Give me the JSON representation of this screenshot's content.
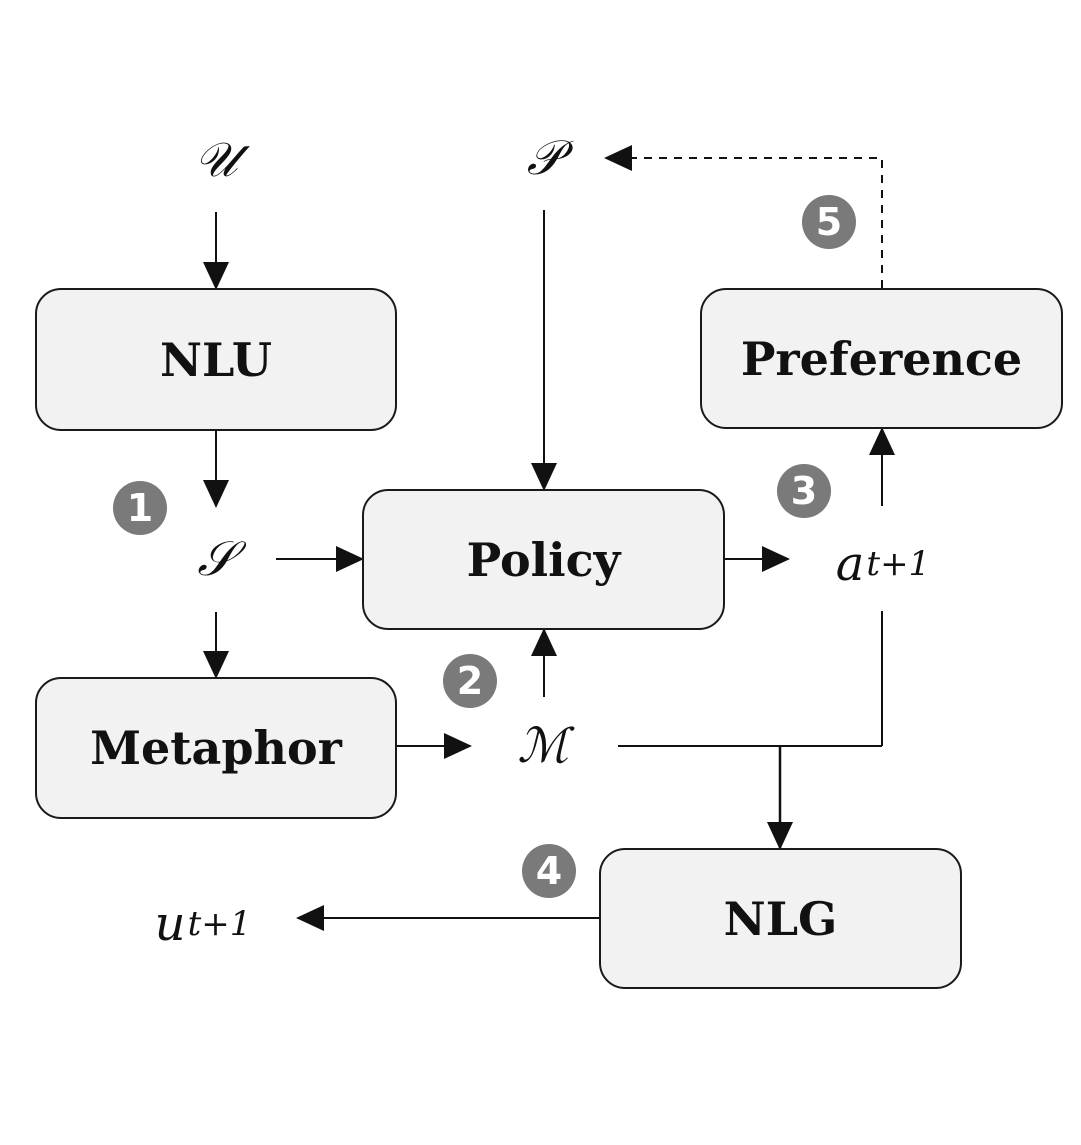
{
  "nodes": {
    "nlu": "NLU",
    "policy": "Policy",
    "preference": "Preference",
    "metaphor": "Metaphor",
    "nlg": "NLG"
  },
  "symbols": {
    "u": "𝒰",
    "p": "𝒫",
    "s": "𝒮",
    "m": "ℳ",
    "a_base": "a",
    "a_sub": "t+1",
    "u_out_base": "u",
    "u_out_sub": "t+1"
  },
  "steps": [
    "1",
    "2",
    "3",
    "4",
    "5"
  ],
  "colors": {
    "box_fill": "#f2f2f2",
    "box_border": "#1a1a1a",
    "badge": "#7a7a7a"
  }
}
